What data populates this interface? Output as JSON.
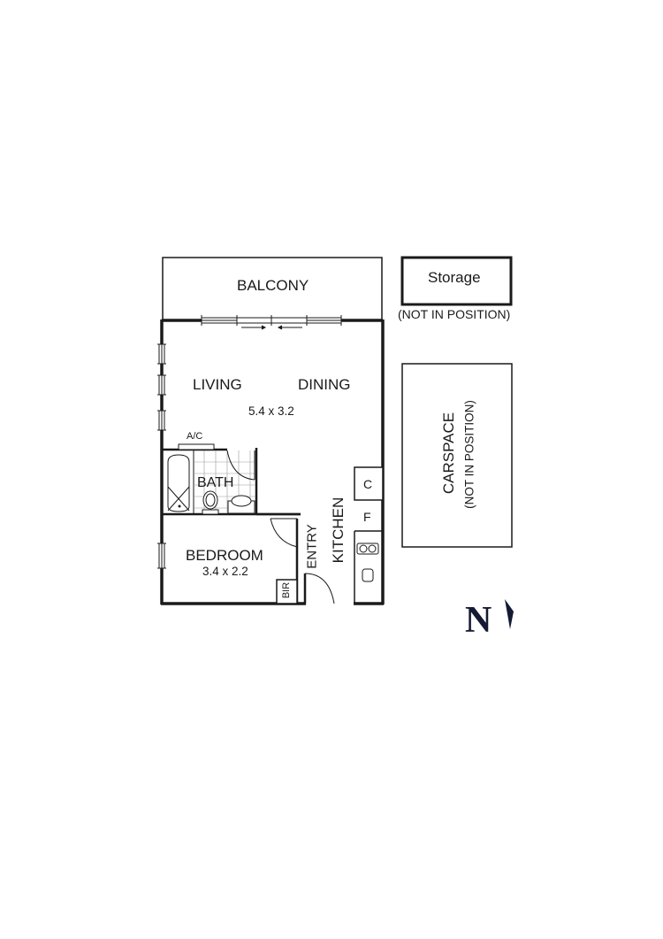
{
  "floorplan": {
    "balcony": {
      "label": "BALCONY"
    },
    "storage": {
      "label": "Storage",
      "note": "(NOT IN POSITION)"
    },
    "living": {
      "label": "LIVING"
    },
    "dining": {
      "label": "DINING",
      "dims": "5.4 x 3.2"
    },
    "ac": {
      "label": "A/C"
    },
    "bath": {
      "label": "BATH"
    },
    "bedroom": {
      "label": "BEDROOM",
      "dims": "3.4 x 2.2"
    },
    "bir": {
      "label": "BIR"
    },
    "entry": {
      "label": "ENTRY"
    },
    "kitchen": {
      "label": "KITCHEN"
    },
    "cupboard": {
      "label": "C"
    },
    "fridge": {
      "label": "F"
    },
    "carspace": {
      "label": "CARSPACE",
      "note": "(NOT IN POSITION)"
    },
    "compass": {
      "label": "N"
    }
  },
  "colors": {
    "line": "#1a1a1a",
    "compass": "#141a33",
    "background": "#ffffff"
  }
}
